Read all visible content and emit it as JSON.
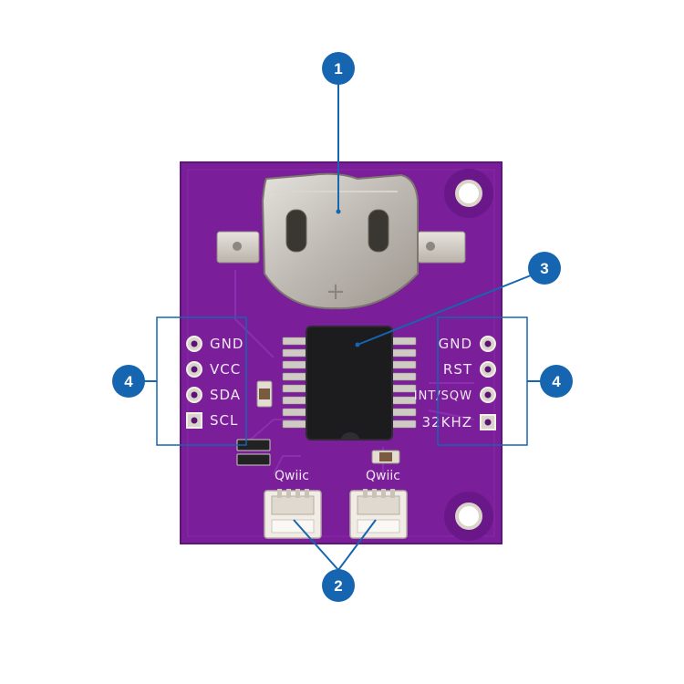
{
  "colors": {
    "pcb": "#7a1e9a",
    "pcb_edge": "#5e1478",
    "silkscreen": "#f2e8f6",
    "callout": "#1565b0",
    "battery_holder": "#c9c5bf",
    "chip": "#1c1c1f"
  },
  "callouts": [
    {
      "number": "1",
      "target": "battery-holder"
    },
    {
      "number": "2",
      "target": "qwiic-connectors"
    },
    {
      "number": "3",
      "target": "rtc-chip"
    },
    {
      "number": "4",
      "target": "left-header"
    },
    {
      "number": "4",
      "target": "right-header"
    }
  ],
  "left_header": {
    "pins": [
      "GND",
      "VCC",
      "SDA",
      "SCL"
    ]
  },
  "right_header": {
    "pins": [
      "GND",
      "RST",
      "INT/SQW",
      "32KHZ"
    ]
  },
  "qwiic": {
    "labels": [
      "Qwiic",
      "Qwiic"
    ]
  }
}
